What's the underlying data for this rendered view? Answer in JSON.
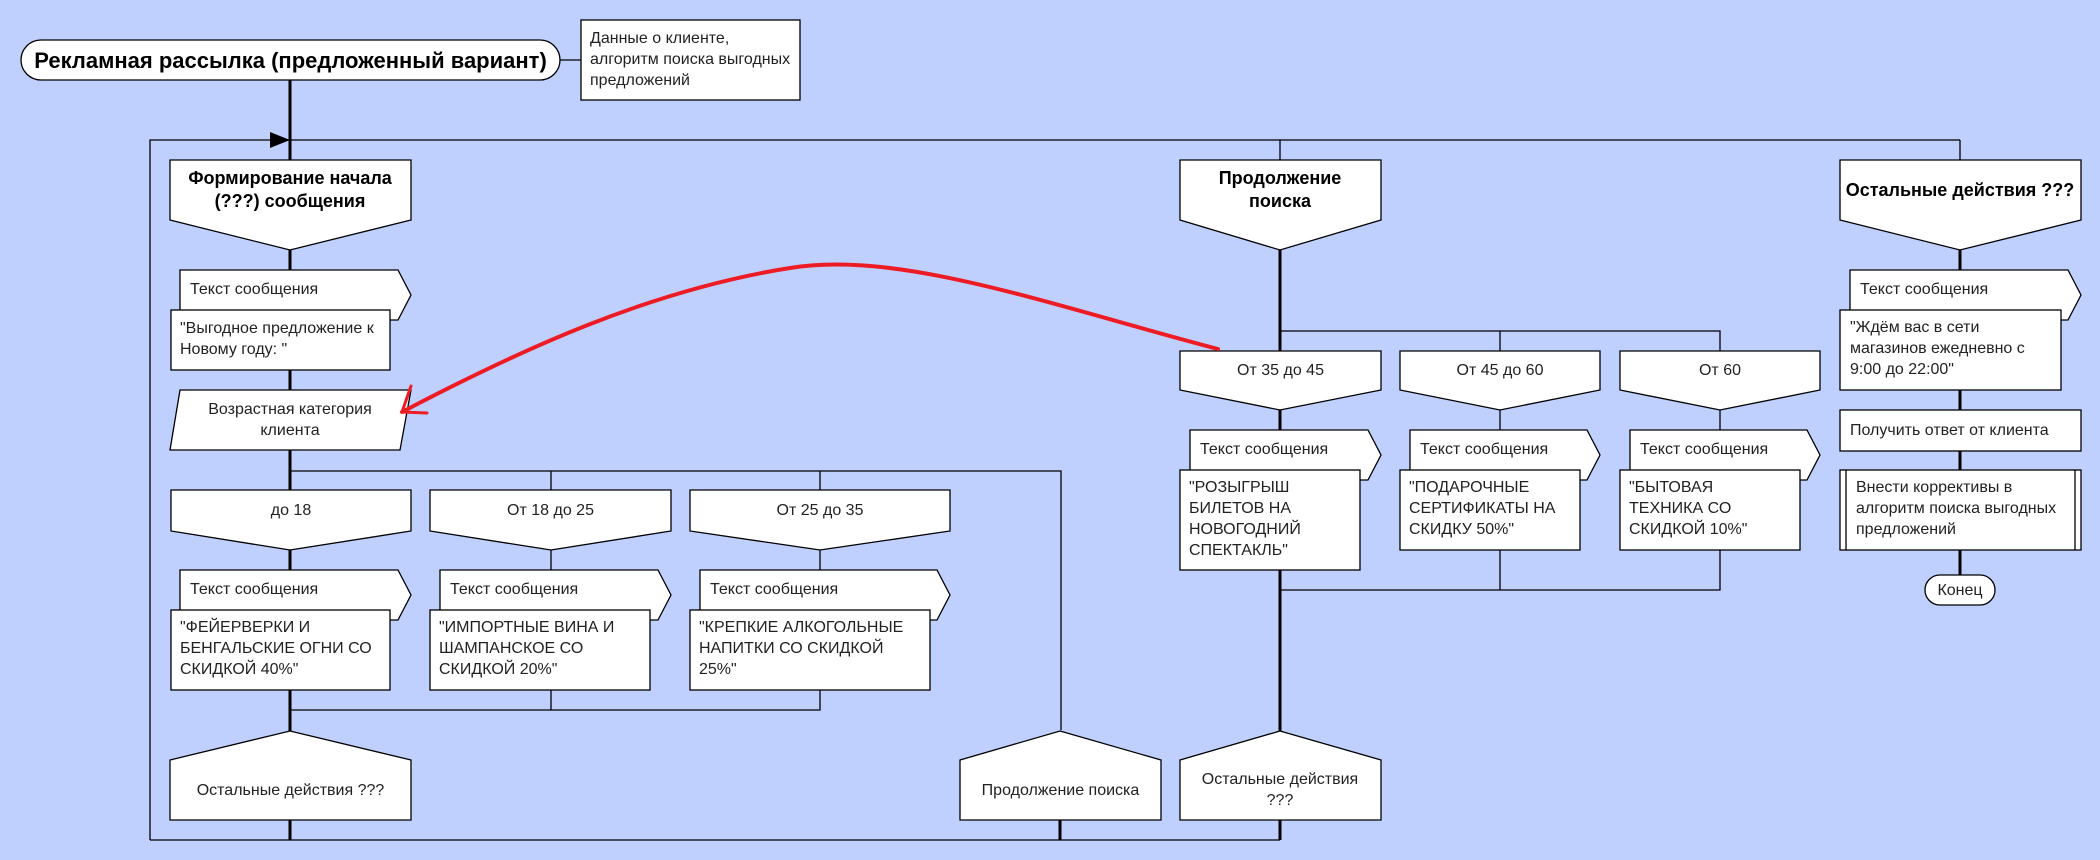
{
  "diagram": {
    "title": "Рекламная рассылка (предложенный вариант)",
    "input_note": "Данные о клиенте, алгоритм поиска выгодных предложений",
    "colors": {
      "background": "#c0d0fe",
      "shape_fill": "#ffffff",
      "line": "#000000",
      "annotation_arrow": "#ed1c24"
    },
    "branches": [
      {
        "header": "Формирование начала (???) сообщения",
        "message_tag": "Текст сообщения",
        "message_text": "\"Выгодное предложение к Новому году: \"",
        "decision": "Возрастная категория клиента",
        "cases": [
          {
            "label": "до 18",
            "message_tag": "Текст сообщения",
            "message_text": "\"ФЕЙЕРВЕРКИ И БЕНГАЛЬСКИЕ ОГНИ СО СКИДКОЙ 40%\""
          },
          {
            "label": "От 18 до 25",
            "message_tag": "Текст сообщения",
            "message_text": "\"ИМПОРТНЫЕ ВИНА И ШАМПАНСКОЕ СО СКИДКОЙ 20%\""
          },
          {
            "label": "От 25 до 35",
            "message_tag": "Текст сообщения",
            "message_text": "\"КРЕПКИЕ АЛКОГОЛЬНЫЕ НАПИТКИ СО СКИДКОЙ 25%\""
          }
        ],
        "exit_main": "Остальные действия ???",
        "exit_other": "Продолжение поиска"
      },
      {
        "header": "Продолжение поиска",
        "cases": [
          {
            "label": "От 35 до 45",
            "message_tag": "Текст сообщения",
            "message_text": "\"РОЗЫГРЫШ БИЛЕТОВ НА НОВОГОДНИЙ СПЕКТАКЛЬ\""
          },
          {
            "label": "От 45 до 60",
            "message_tag": "Текст сообщения",
            "message_text": "\"ПОДАРОЧНЫЕ СЕРТИФИКАТЫ НА СКИДКУ 50%\""
          },
          {
            "label": "От 60",
            "message_tag": "Текст сообщения",
            "message_text": "\"БЫТОВАЯ ТЕХНИКА СО СКИДКОЙ 10%\""
          }
        ],
        "exit_main": "Остальные действия ???"
      },
      {
        "header": "Остальные действия ???",
        "message_tag": "Текст сообщения",
        "message_text": "\"Ждём вас в сети магазинов ежедневно с 9:00 до 22:00\"",
        "step": "Получить ответ от клиента",
        "subprocess": "Внести коррективы в алгоритм поиска выгодных предложений",
        "end": "Конец"
      }
    ]
  }
}
